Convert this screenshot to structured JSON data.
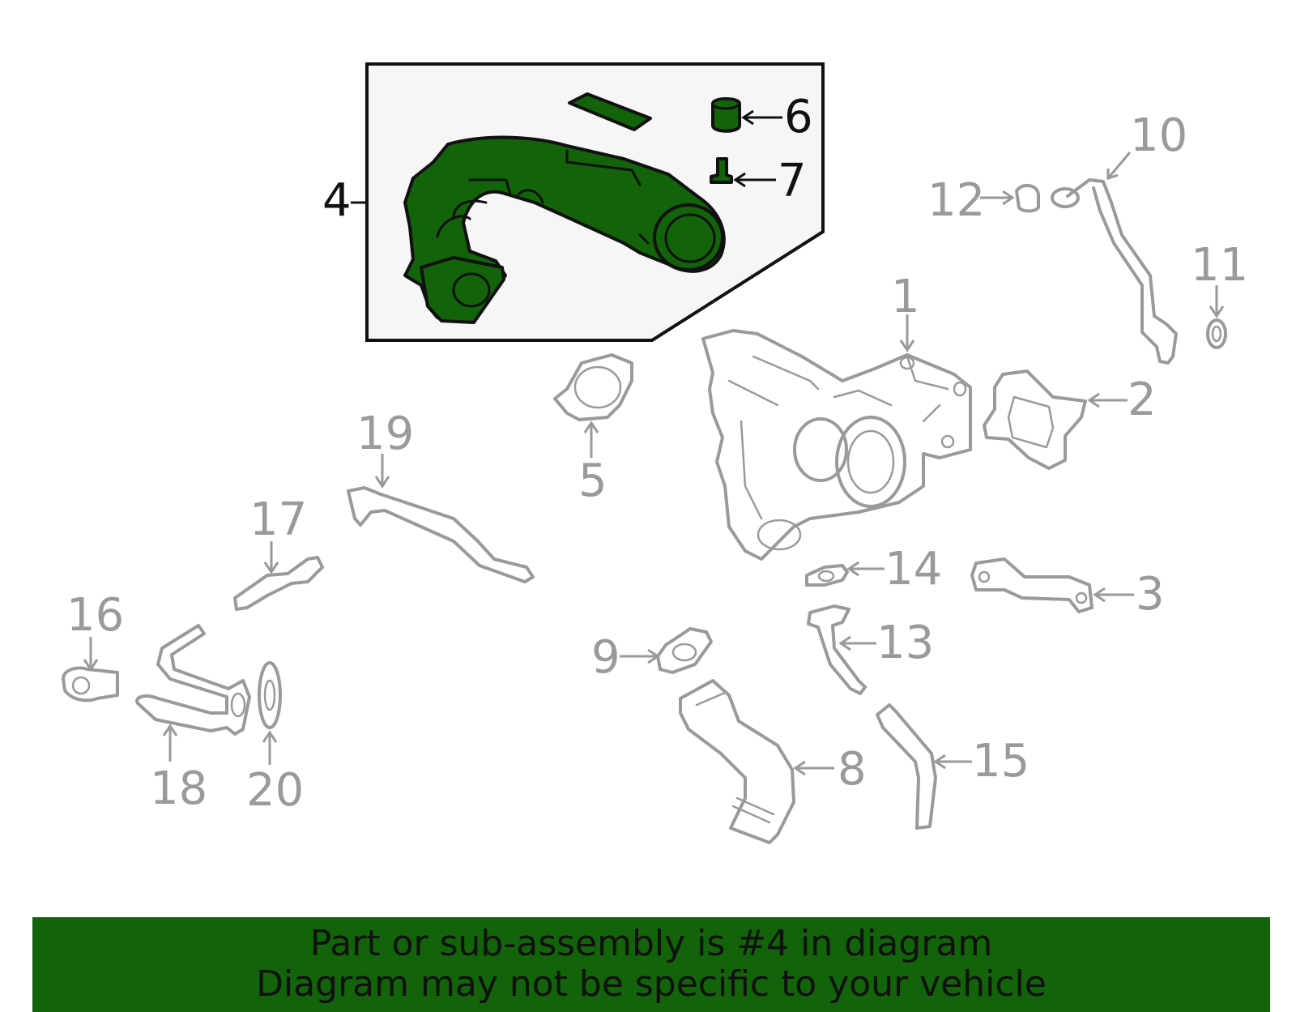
{
  "callouts": {
    "n1": "1",
    "n2": "2",
    "n3": "3",
    "n4": "4",
    "n5": "5",
    "n6": "6",
    "n7": "7",
    "n8": "8",
    "n9": "9",
    "n10": "10",
    "n11": "11",
    "n12": "12",
    "n13": "13",
    "n14": "14",
    "n15": "15",
    "n16": "16",
    "n17": "17",
    "n18": "18",
    "n19": "19",
    "n20": "20"
  },
  "banner": {
    "line1": "Part or sub-assembly is #4 in diagram",
    "line2": "Diagram may not be specific to your vehicle"
  },
  "colors": {
    "highlight": "#126309",
    "part_outline": "#9a9a9a",
    "banner_bg": "#126309"
  }
}
